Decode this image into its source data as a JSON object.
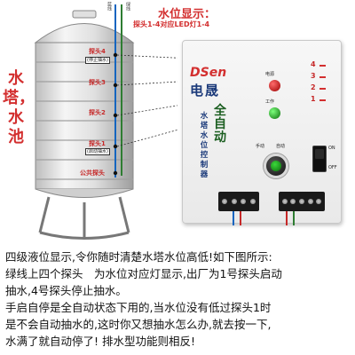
{
  "header": {
    "title": "水位显示：",
    "subtitle": "探头1-4对应LED灯1-4"
  },
  "side_title": "水塔，水池",
  "wires": {
    "blue": "蓝线",
    "green": "绿线"
  },
  "probes": [
    {
      "label": "探头4",
      "note": "(停止抽水)"
    },
    {
      "label": "探头3",
      "note": ""
    },
    {
      "label": "探头2",
      "note": ""
    },
    {
      "label": "探头1",
      "note": "(启动抽水)"
    }
  ],
  "common_probe": "公共探头",
  "controller": {
    "brand": "DSen",
    "brand_cn": "电晟",
    "auto_title": "全自动",
    "name": "水塔水位控制器",
    "led_power": "电源",
    "led_work": "工作",
    "levels": [
      "4",
      "3",
      "2",
      "1"
    ],
    "mode_manual": "手动",
    "mode_auto": "自动",
    "switch_on": "ON",
    "switch_off": "OFF"
  },
  "description": [
    "四级液位显示,令你随时清楚水塔水位高低!如下图所示:",
    "绿线上四个探头　为水位对应灯显示,出厂为1号探头启动",
    "抽水,4号探头停止抽水。",
    "手启自停是全自动状态下用的,当水位没有低过探头1时",
    "是不会自动抽水的,这时你又想抽水怎么办,就去按一下,",
    "水满了就自动停了! 排水型功能则相反!"
  ],
  "colors": {
    "accent_red": "#d32f2f",
    "brand_blue": "#1b3a7a",
    "wire_blue": "#1565c0",
    "wire_green": "#2e7d32"
  }
}
